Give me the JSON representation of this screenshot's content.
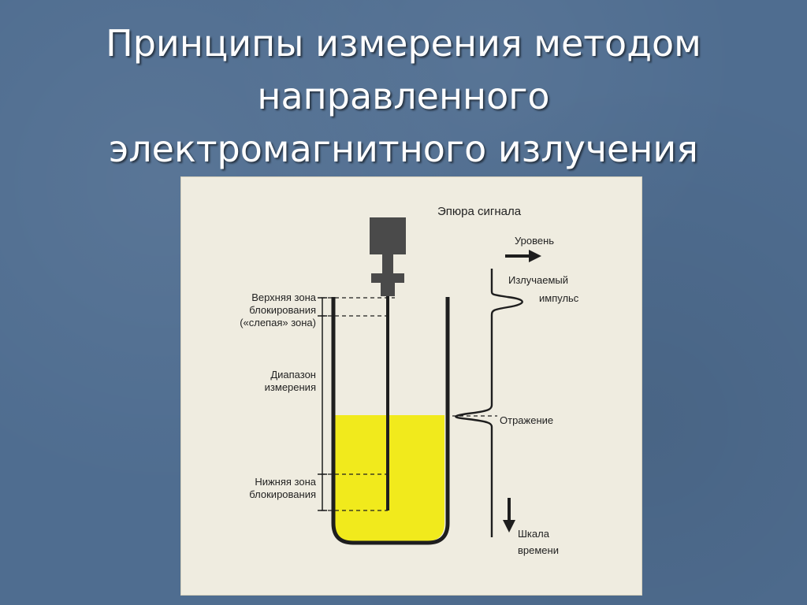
{
  "slide": {
    "title_lines": [
      "Принципы измерения методом",
      "направленного",
      "электромагнитного излучения"
    ]
  },
  "diagram": {
    "heading": "Эпюра сигнала",
    "level_label": "Уровень",
    "emitted_pulse_lines": [
      "Излучаемый",
      "импульс"
    ],
    "reflection_label": "Отражение",
    "time_scale_lines": [
      "Шкала",
      "времени"
    ],
    "upper_zone_lines": [
      "Верхняя зона",
      "блокирования",
      "(«слепая» зона)"
    ],
    "range_lines": [
      "Диапазон",
      "измерения"
    ],
    "lower_zone_lines": [
      "Нижняя зона",
      "блокирования"
    ],
    "colors": {
      "liquid": "#f1ea1c",
      "sensor_head": "#4a4a4a",
      "ink": "#1e1e1e",
      "background_panel": "#efece0"
    }
  }
}
